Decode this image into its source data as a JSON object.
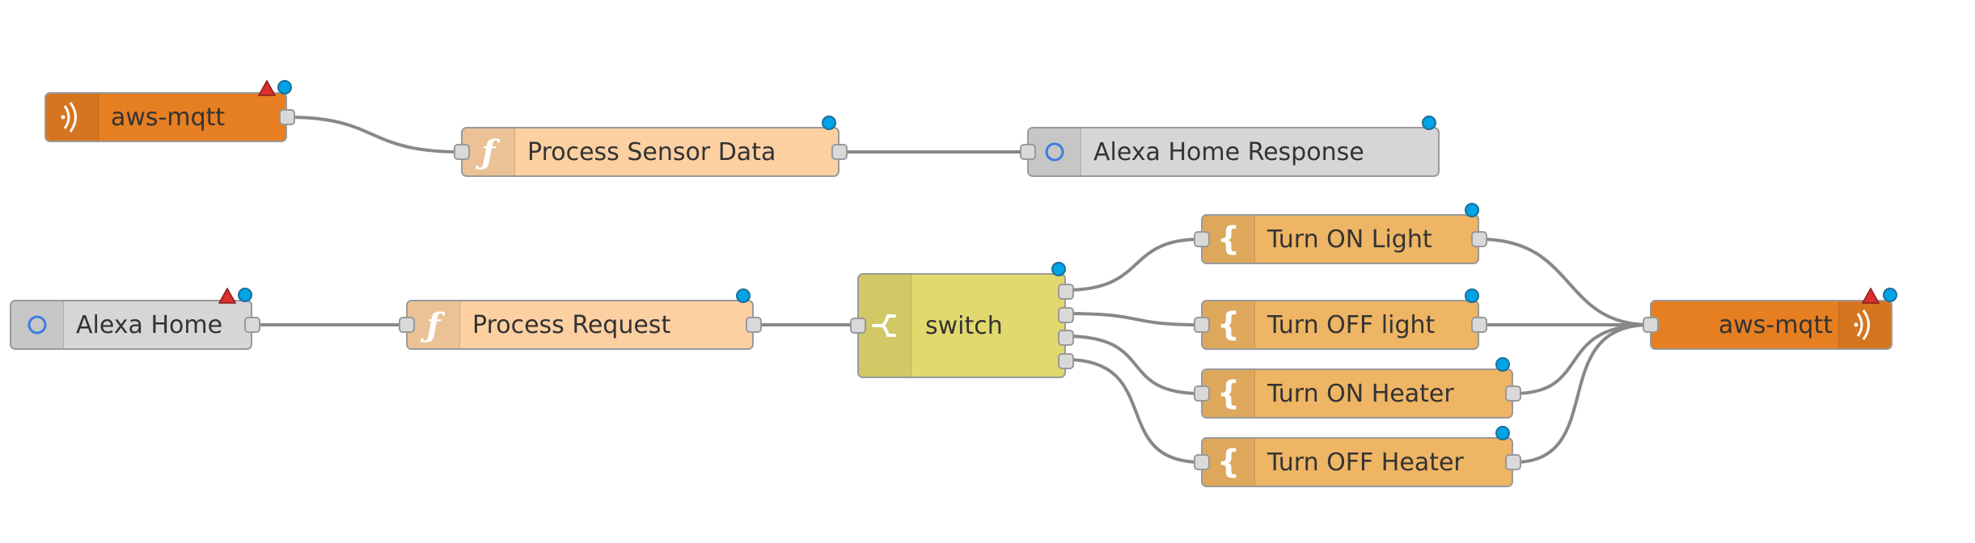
{
  "colors": {
    "mqtt": "#e67e22",
    "function": "#fdd0a2",
    "alexa": "#d6d6d6",
    "switch": "#e2d96e",
    "template": "#eeb564",
    "wire": "#888888",
    "status": "#00a3e6",
    "warning": "#d9302c"
  },
  "nodes": {
    "aws_mqtt_in": {
      "label": "aws-mqtt",
      "icon": "bridge-icon"
    },
    "process_sensor_data": {
      "label": "Process Sensor Data",
      "icon": "function-icon"
    },
    "alexa_home_response": {
      "label": "Alexa Home Response",
      "icon": "alexa-icon"
    },
    "alexa_home": {
      "label": "Alexa Home",
      "icon": "alexa-icon"
    },
    "process_request": {
      "label": "Process Request",
      "icon": "function-icon"
    },
    "switch": {
      "label": "switch",
      "icon": "switch-icon"
    },
    "turn_on_light": {
      "label": "Turn ON Light",
      "icon": "template-icon"
    },
    "turn_off_light": {
      "label": "Turn OFF light",
      "icon": "template-icon"
    },
    "turn_on_heater": {
      "label": "Turn ON Heater",
      "icon": "template-icon"
    },
    "turn_off_heater": {
      "label": "Turn OFF Heater",
      "icon": "template-icon"
    },
    "aws_mqtt_out": {
      "label": "aws-mqtt",
      "icon": "bridge-icon"
    }
  }
}
